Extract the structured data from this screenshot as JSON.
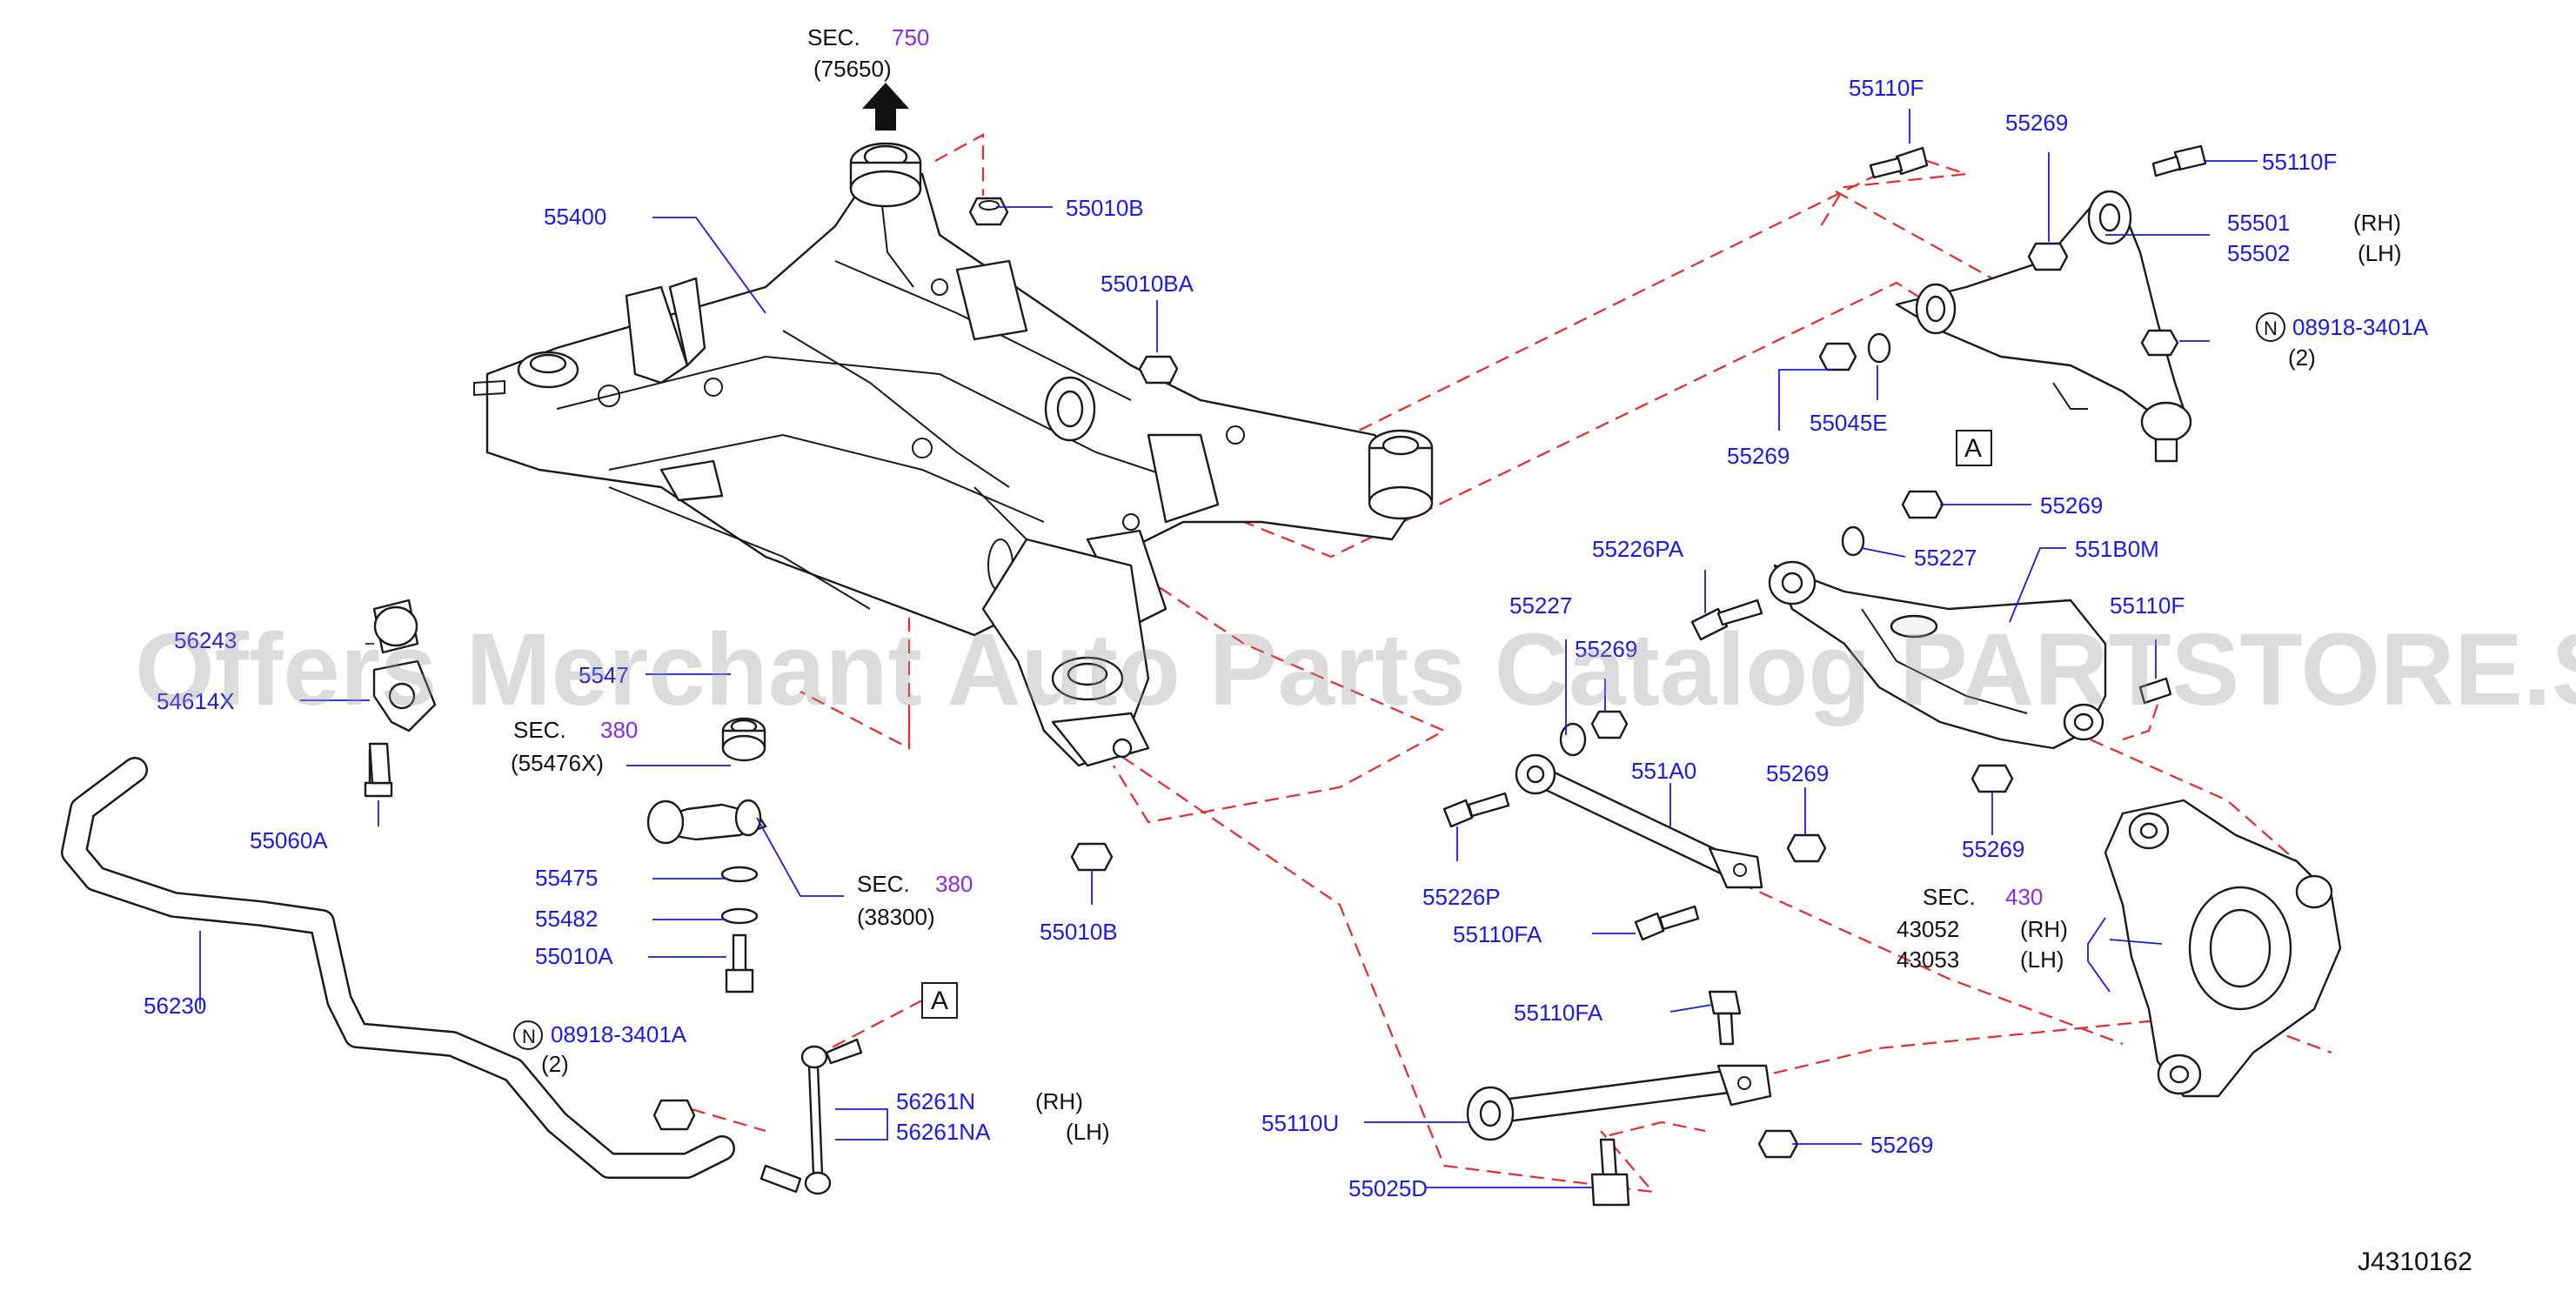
{
  "watermark": "Offers Merchant Auto Parts Catalog PARTSTORE.SA",
  "diagram_id": "J4310162",
  "colors": {
    "part_number": "#1a1ae6",
    "section_number": "#8a2be2",
    "dashed_line": "#e8282a",
    "watermark": "#9a9a9a"
  },
  "sec_top": {
    "prefix": "SEC.",
    "num": "750",
    "sub": "(75650)"
  },
  "sec_380a": {
    "prefix": "SEC.",
    "num": "380",
    "sub": "(55476X)"
  },
  "sec_380b": {
    "prefix": "SEC.",
    "num": "380",
    "sub": "(38300)"
  },
  "sec_430": {
    "prefix": "SEC.",
    "num": "430",
    "p1": "43052",
    "p1s": "(RH)",
    "p2": "43053",
    "p2s": "(LH)"
  },
  "parts": {
    "p55400": "55400",
    "p55010B_top": "55010B",
    "p55010BA": "55010BA",
    "p55010B_bottom": "55010B",
    "p56243": "56243",
    "p54614X": "54614X",
    "p55060A": "55060A",
    "p5547": "5547",
    "p55475": "55475",
    "p55482": "55482",
    "p55010A": "55010A",
    "p56230": "56230",
    "p08918_left": "08918-3401A",
    "p08918_left_qty": "(2)",
    "p56261N": "56261N",
    "p56261N_s": "(RH)",
    "p56261NA": "56261NA",
    "p56261NA_s": "(LH)",
    "p55110F_top": "55110F",
    "p55269_top": "55269",
    "p55110F_right": "55110F",
    "p55501": "55501",
    "p55501_s": "(RH)",
    "p55502": "55502",
    "p55502_s": "(LH)",
    "p08918_right": "08918-3401A",
    "p08918_right_qty": "(2)",
    "p55269_mid": "55269",
    "p55045E": "55045E",
    "p55269_right": "55269",
    "p55227_right": "55227",
    "p551B0M": "551B0M",
    "p55226PA": "55226PA",
    "p55227_left": "55227",
    "p55269_over": "55269",
    "p55110F_mid": "55110F",
    "p551A0": "551A0",
    "p55269_c": "55269",
    "p55226P": "55226P",
    "p55269_knuckle": "55269",
    "p55110FA_a": "55110FA",
    "p55110FA_b": "55110FA",
    "p55110U": "55110U",
    "p55269_bot": "55269",
    "p55025D": "55025D"
  },
  "box_labels": {
    "a1": "A",
    "a2": "A"
  },
  "circle_n": "N"
}
